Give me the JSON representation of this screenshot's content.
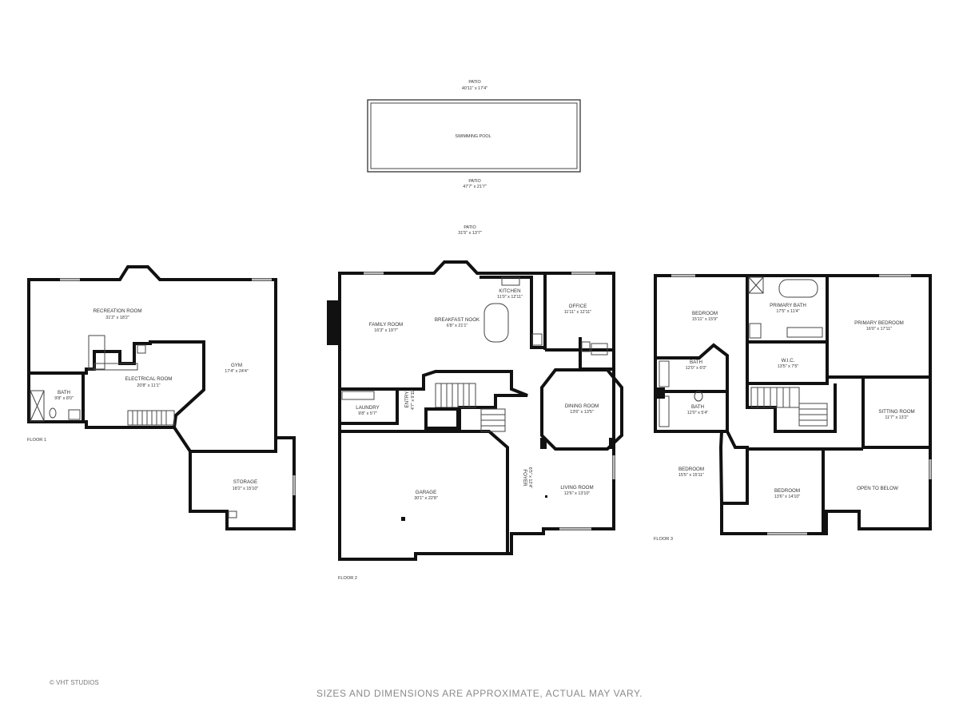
{
  "outdoor": {
    "patio_top": {
      "name": "PATIO",
      "dims": "40'11\" x 17'4\""
    },
    "pool": {
      "name": "SWIMMING POOL"
    },
    "patio_mid": {
      "name": "PATIO",
      "dims": "47'7\" x 21'7\""
    },
    "patio_house": {
      "name": "PATIO",
      "dims": "31'5\" x 13'7\""
    }
  },
  "floor1": {
    "label": "FLOOR 1",
    "rooms": {
      "recreation": {
        "name": "RECREATION ROOM",
        "dims": "31'2\" x 18'2\""
      },
      "gym": {
        "name": "GYM",
        "dims": "17'4\" x 24'4\""
      },
      "electrical": {
        "name": "ELECTRICAL ROOM",
        "dims": "20'8\" x 11'1\""
      },
      "bath": {
        "name": "BATH",
        "dims": "9'8\" x 8'0\""
      },
      "storage": {
        "name": "STORAGE",
        "dims": "18'2\" x 15'10\""
      }
    }
  },
  "floor2": {
    "label": "FLOOR 2",
    "rooms": {
      "kitchen": {
        "name": "KITCHEN",
        "dims": "11'0\" x 12'11\""
      },
      "family": {
        "name": "FAMILY ROOM",
        "dims": "16'3\" x 19'7\""
      },
      "breakfast": {
        "name": "BREAKFAST NOOK",
        "dims": "6'8\" x 21'1\""
      },
      "office": {
        "name": "OFFICE",
        "dims": "11'11\" x 12'11\""
      },
      "laundry": {
        "name": "LAUNDRY",
        "dims": "9'8\" x 5'7\""
      },
      "entry": {
        "name": "ENTRY",
        "dims": "4'7\" x 9'11\""
      },
      "dining": {
        "name": "DINING ROOM",
        "dims": "13'6\" x 13'5\""
      },
      "garage": {
        "name": "GARAGE",
        "dims": "30'1\" x 22'8\""
      },
      "foyer": {
        "name": "FOYER",
        "dims": "6'5\" x 12'4\""
      },
      "living": {
        "name": "LIVING ROOM",
        "dims": "12'6\" x 13'10\""
      }
    }
  },
  "floor3": {
    "label": "FLOOR 3",
    "rooms": {
      "bedroom_nw": {
        "name": "BEDROOM",
        "dims": "15'11\" x 15'9\""
      },
      "primary_bath": {
        "name": "PRIMARY BATH",
        "dims": "17'5\" x 11'4\""
      },
      "primary_bedroom": {
        "name": "PRIMARY BEDROOM",
        "dims": "16'0\" x 17'11\""
      },
      "wic": {
        "name": "W.I.C.",
        "dims": "13'5\" x 7'5\""
      },
      "bath_a": {
        "name": "BATH",
        "dims": "12'0\" x 6'0\""
      },
      "bath_b": {
        "name": "BATH",
        "dims": "12'0\" x 5'4\""
      },
      "sitting": {
        "name": "SITTING ROOM",
        "dims": "11'7\" x 13'2\""
      },
      "bedroom_sw": {
        "name": "BEDROOM",
        "dims": "15'5\" x 15'11\""
      },
      "bedroom_s": {
        "name": "BEDROOM",
        "dims": "13'6\" x 14'10\""
      },
      "open": {
        "name": "OPEN TO BELOW"
      }
    }
  },
  "footer": {
    "credit": "© VHT STUDIOS",
    "disclaimer": "SIZES AND DIMENSIONS ARE APPROXIMATE, ACTUAL MAY VARY."
  }
}
